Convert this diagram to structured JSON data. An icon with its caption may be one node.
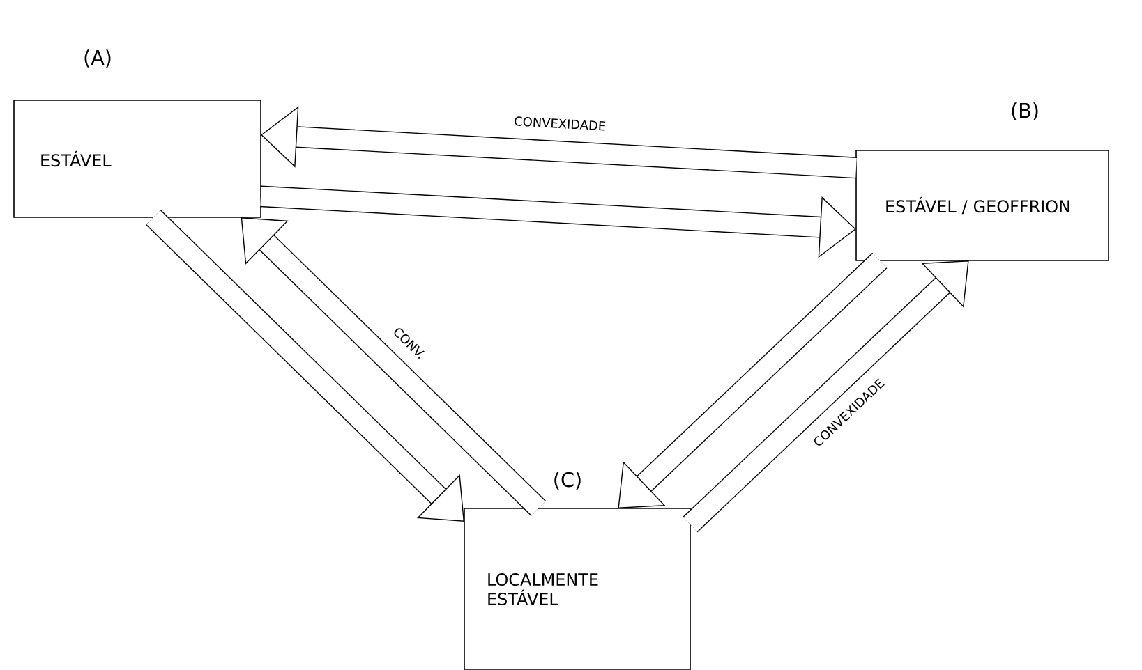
{
  "diagram": {
    "nodes": [
      {
        "text": [
          "(A)",
          "ESTÁVEL"
        ]
      },
      {
        "text": [
          "(B)",
          "ESTÁVEL / GEOFFRION"
        ]
      },
      {
        "text": [
          "(C)",
          "LOCALMENTE ESTÁVEL"
        ]
      }
    ],
    "edges": [
      {
        "from": 0,
        "to": 1,
        "arrow": "to"
      },
      {
        "from": 1,
        "to": 0,
        "arrow": "to",
        "label": "CONVEXIDADE"
      },
      {
        "from": 0,
        "to": 2,
        "arrow": "to"
      },
      {
        "from": 2,
        "to": 0,
        "arrow": "to",
        "label": "CONV."
      },
      {
        "from": 1,
        "to": 2,
        "arrow": "to"
      },
      {
        "from": 2,
        "to": 1,
        "arrow": "to",
        "label": "CONVEXIDADE"
      }
    ]
  }
}
